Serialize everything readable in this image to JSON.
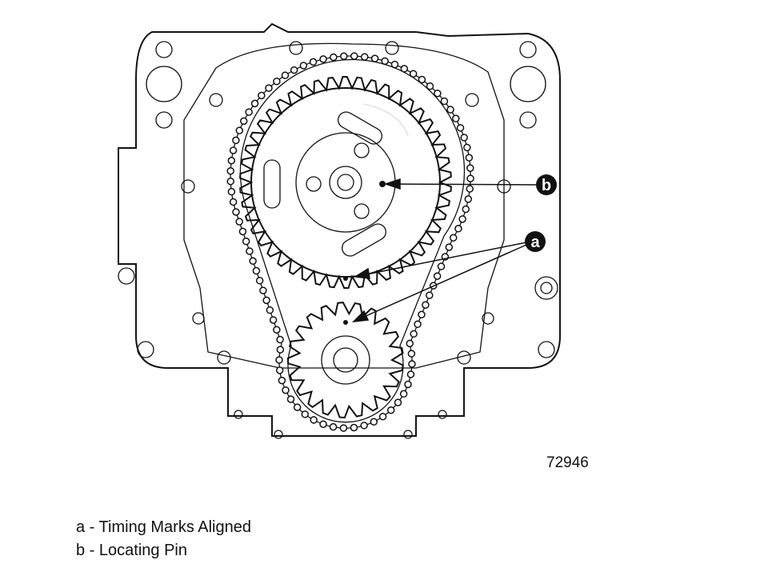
{
  "figure_number": "72946",
  "callouts": {
    "a": "a",
    "b": "b"
  },
  "legend": [
    {
      "key": "a",
      "sep": " - ",
      "text": "Timing Marks Aligned"
    },
    {
      "key": "b",
      "sep": " - ",
      "text": "Locating Pin"
    }
  ]
}
